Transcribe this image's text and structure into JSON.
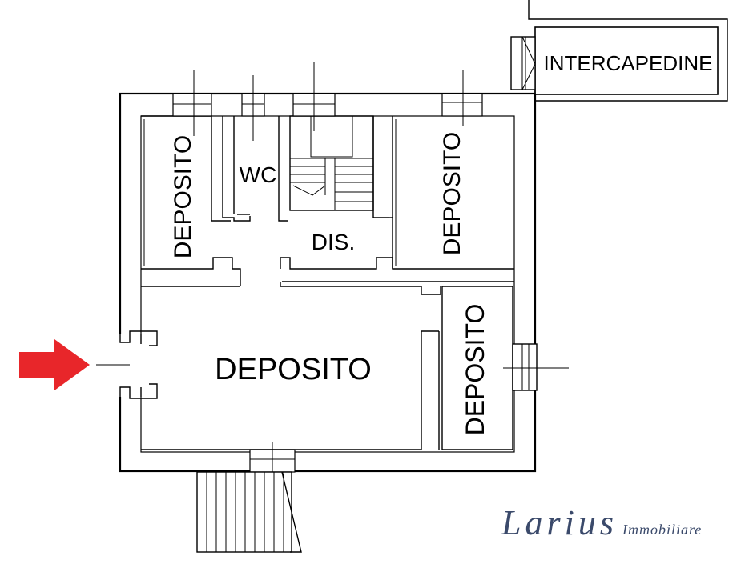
{
  "rooms": {
    "deposito_top_left": "DEPOSITO",
    "wc": "WC",
    "dis": "DIS.",
    "deposito_top_right": "DEPOSITO",
    "deposito_main": "DEPOSITO",
    "deposito_right": "DEPOSITO",
    "intercapedine": "INTERCAPEDINE"
  },
  "brand": {
    "name": "Larius",
    "suffix": "Immobiliare"
  },
  "colors": {
    "entrance_arrow": "#e8262a",
    "brand": "#3b4a6b"
  },
  "icons": {
    "entrance": "arrow-right-icon"
  }
}
